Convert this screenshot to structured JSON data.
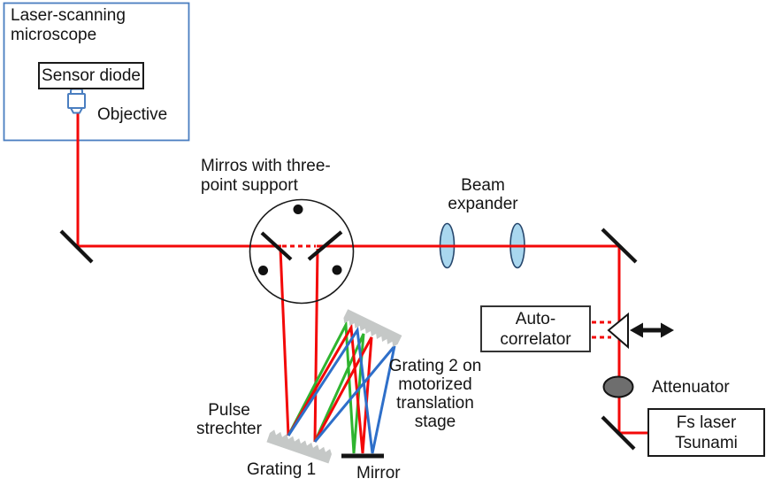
{
  "colors": {
    "beam_red": "#f30808",
    "beam_green": "#2fb42f",
    "beam_blue": "#2e6fc9",
    "lens_fill": "#a9d7ef",
    "lens_stroke": "#27476d",
    "grating_gray": "#c5c8c7",
    "attenuator_gray": "#6e6e6e",
    "mirror_black": "#141414",
    "microscope_box_blue": "#4a7ec0"
  },
  "microscope": {
    "title_lines": [
      "Laser-scanning",
      "microscope"
    ],
    "sensor_diode_label": "Sensor diode",
    "objective_label": "Objective"
  },
  "mirror_assembly": {
    "label_lines": [
      "Mirros with three-",
      "point support"
    ]
  },
  "beam_expander": {
    "label_lines": [
      "Beam",
      "expander"
    ]
  },
  "autocorrelator": {
    "label_lines": [
      "Auto-",
      "correlator"
    ]
  },
  "attenuator": {
    "label": "Attenuator"
  },
  "laser": {
    "label_lines": [
      "Fs laser",
      "Tsunami"
    ]
  },
  "pulse_stretcher": {
    "label_lines": [
      "Pulse",
      "strechter"
    ],
    "grating1_label": "Grating 1",
    "grating2_label_lines": [
      "Grating 2 on",
      "motorized",
      "translation",
      "stage"
    ],
    "mirror_label": "Mirror"
  }
}
